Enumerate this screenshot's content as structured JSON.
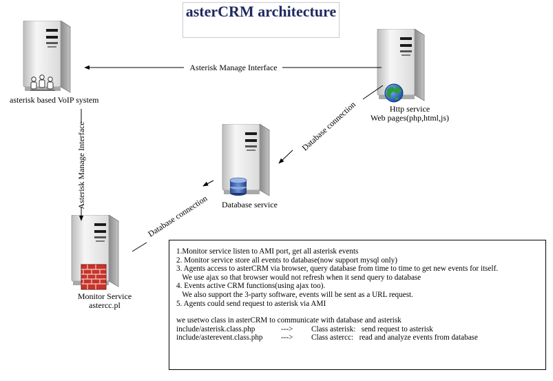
{
  "title": "asterCRM architecture",
  "nodes": {
    "voip": {
      "label": "asterisk based VoIP system"
    },
    "http": {
      "line1": "Http service",
      "line2": "Web pages(php,html,js)"
    },
    "database": {
      "label": "Database service"
    },
    "monitor": {
      "line1": "Monitor Service",
      "line2": "astercc.pl"
    }
  },
  "connections": {
    "ami_top": "Asterisk Manage Interface",
    "ami_left": "Asterisk Manage Interface",
    "db_right": "Database connection",
    "db_left": "Database connection"
  },
  "notes": {
    "lines": [
      "1.Monitor service listen to AMI port, get all asterisk events",
      "2. Monitor service store all events to database(now support mysql only)",
      "3. Agents access to asterCRM via browser, query database from time to time to get new events for itself.",
      "   We use ajax so that browser would not refresh when it send query to database",
      "4. Events active CRM functions(using ajax too).",
      "   We also support the 3-party software, events will be sent as a URL request.",
      "5. Agents could send request to asterisk via AMI"
    ],
    "classes_intro": "we usetwo class in asterCRM to communicate with database and asterisk",
    "classes": [
      {
        "file": "include/asterisk.class.php",
        "arrow": "--->",
        "desc": "Class asterisk:   send request to asterisk"
      },
      {
        "file": "include/asterevent.class.php",
        "arrow": "--->",
        "desc": "Class astercc:   read and analyze events from database"
      }
    ]
  }
}
